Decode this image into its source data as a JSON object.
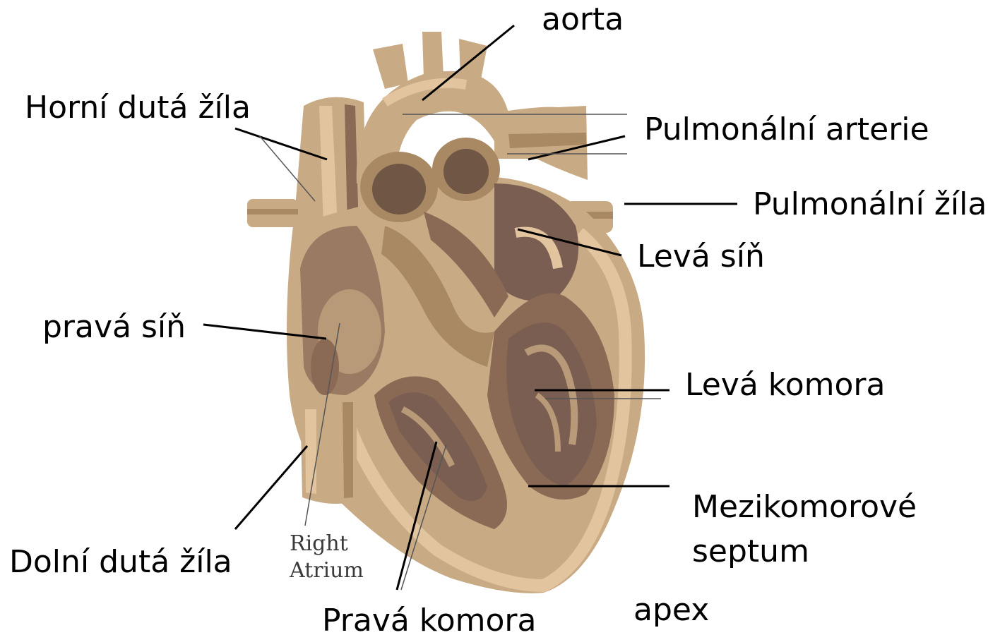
{
  "diagram": {
    "colors": {
      "tissue_light": "#c8ab84",
      "tissue_mid": "#a98864",
      "tissue_dark": "#8a6a55",
      "chamber": "#7a5e52",
      "highlight": "#f0d2ad",
      "line": "#000000"
    },
    "labels": {
      "aorta": "aorta",
      "superior_vena_cava": "Horní dutá žíla",
      "pulmonary_artery": "Pulmonální arterie",
      "pulmonary_vein": "Pulmonální žíla",
      "left_atrium": "Levá síň",
      "right_atrium": "pravá síň",
      "left_ventricle": "Levá komora",
      "septum_line1": "Mezikomorové",
      "septum_line2": "septum",
      "inferior_vena_cava": "Dolní dutá žíla",
      "right_ventricle": "Pravá komora",
      "apex": "apex"
    },
    "embedded_text": {
      "line1": "Right",
      "line2": "Atrium"
    }
  }
}
